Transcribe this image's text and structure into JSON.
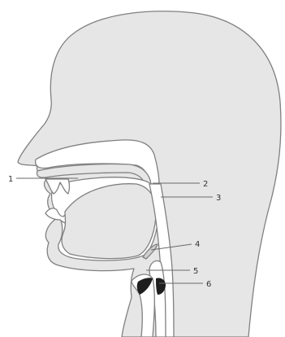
{
  "diagram": {
    "colors": {
      "head_fill": "#e6e6e6",
      "outline": "#808080",
      "cavity": "#ffffff",
      "dark_structure": "#1e1e1e",
      "label_text": "#333333"
    },
    "labels": [
      {
        "id": "label-1",
        "text": "1"
      },
      {
        "id": "label-2",
        "text": "2"
      },
      {
        "id": "label-3",
        "text": "3"
      },
      {
        "id": "label-4",
        "text": "4"
      },
      {
        "id": "label-5",
        "text": "5"
      },
      {
        "id": "label-6",
        "text": "6"
      }
    ]
  }
}
